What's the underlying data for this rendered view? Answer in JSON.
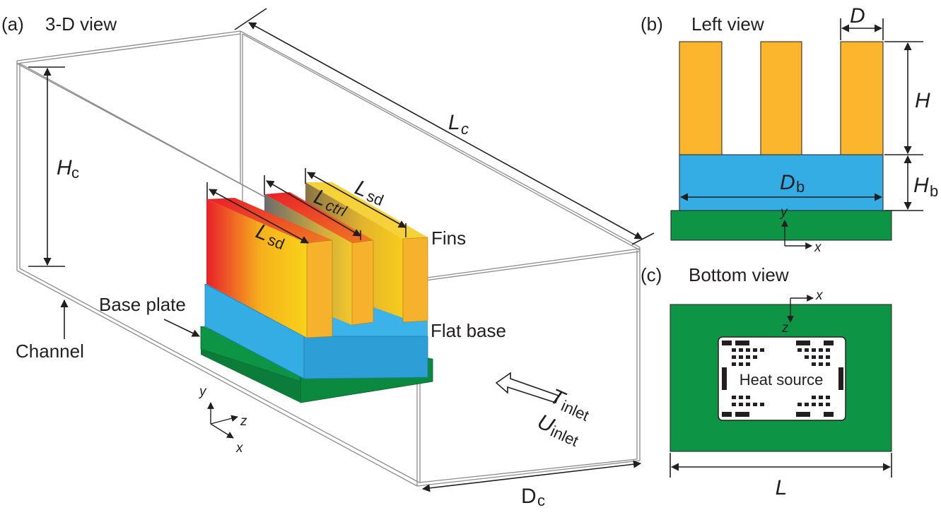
{
  "panel_a": {
    "tag": "(a)",
    "title": "3-D view",
    "labels": {
      "hc_main": "H",
      "hc_sub": "c",
      "lc_main": "L",
      "lc_sub": "c",
      "lsd_left_main": "L",
      "lsd_left_sub": "sd",
      "lctrl_main": "L",
      "lctrl_sub": "ctrl",
      "lsd_right_main": "L",
      "lsd_right_sub": "sd",
      "fins": "Fins",
      "flat_base": "Flat base",
      "base_plate": "Base plate",
      "channel": "Channel",
      "tinlet_main": "T",
      "tinlet_sub": "inlet",
      "uinlet_main": "U",
      "uinlet_sub": "inlet",
      "dc_main": "D",
      "dc_sub": "c",
      "axis_y": "y",
      "axis_z": "z",
      "axis_x": "x"
    }
  },
  "panel_b": {
    "tag": "(b)",
    "title": "Left view",
    "labels": {
      "d": "D",
      "h": "H",
      "db_main": "D",
      "db_sub": "b",
      "hb_main": "H",
      "hb_sub": "b",
      "axis_y": "y",
      "axis_x": "x"
    }
  },
  "panel_c": {
    "tag": "(c)",
    "title": "Bottom view",
    "labels": {
      "heat_source": "Heat source",
      "l": "L",
      "axis_x": "x",
      "axis_z": "z"
    }
  },
  "colors": {
    "fin_orange": "#fbb62d",
    "base_blue": "#34ade4",
    "plate_green": "#0d9444",
    "gradient_red": "#e8202a",
    "gradient_yellow": "#f5cc14",
    "line": "#231f20"
  }
}
